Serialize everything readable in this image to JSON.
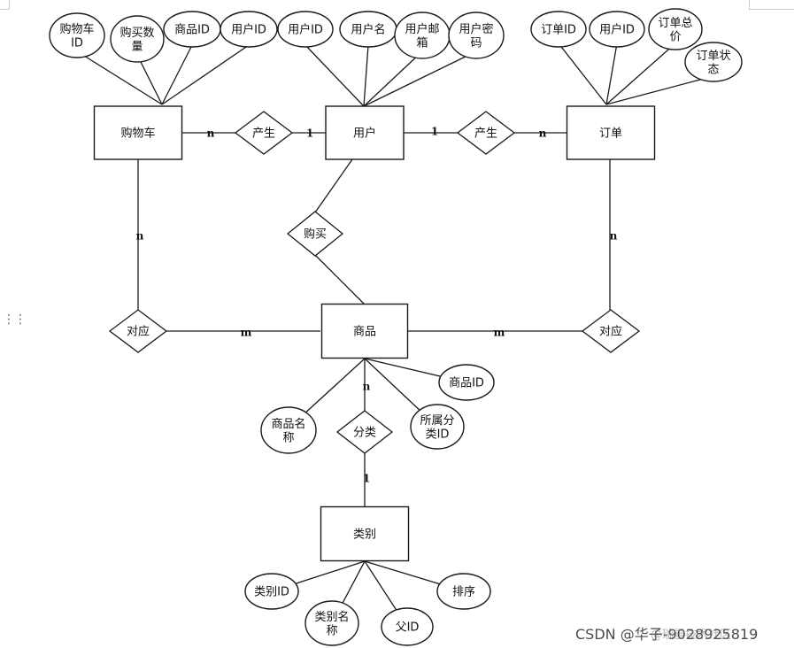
{
  "entities": {
    "cart": "购物车",
    "user": "用户",
    "order": "订单",
    "product": "商品",
    "category": "类别"
  },
  "relationships": {
    "cart_user": "产生",
    "user_order": "产生",
    "purchase": "购买",
    "cart_product": "对应",
    "order_product": "对应",
    "classify": "分类"
  },
  "attributes": {
    "cart": [
      [
        "购物车",
        "ID"
      ],
      [
        "购买数",
        "量"
      ],
      [
        "商品ID"
      ],
      [
        "用户ID"
      ]
    ],
    "user": [
      [
        "用户ID"
      ],
      [
        "用户名"
      ],
      [
        "用户邮",
        "箱"
      ],
      [
        "用户密",
        "码"
      ]
    ],
    "order": [
      [
        "订单ID"
      ],
      [
        "用户ID"
      ],
      [
        "订单总",
        "价"
      ],
      [
        "订单状",
        "态"
      ]
    ],
    "product": [
      [
        "商品ID"
      ],
      [
        "所属分",
        "类ID"
      ],
      [
        "商品名",
        "称"
      ]
    ],
    "category": [
      [
        "类别ID"
      ],
      [
        "类别名",
        "称"
      ],
      [
        "父ID"
      ],
      [
        "排序"
      ]
    ]
  },
  "cardinalities": {
    "cart_side_of_cart_user": "n",
    "user_side_of_cart_user": "1",
    "user_side_of_user_order": "1",
    "order_side_of_user_order": "n",
    "cart_side_of_cart_product": "n",
    "product_side_of_cart_product": "m",
    "product_side_of_order_product": "m",
    "order_side_of_order_product": "n",
    "product_side_of_classify": "n",
    "category_side_of_classify": "1"
  },
  "watermark": "CSDN @华子-9028925819",
  "watermark_ghost": "@瑞雪技术社区"
}
